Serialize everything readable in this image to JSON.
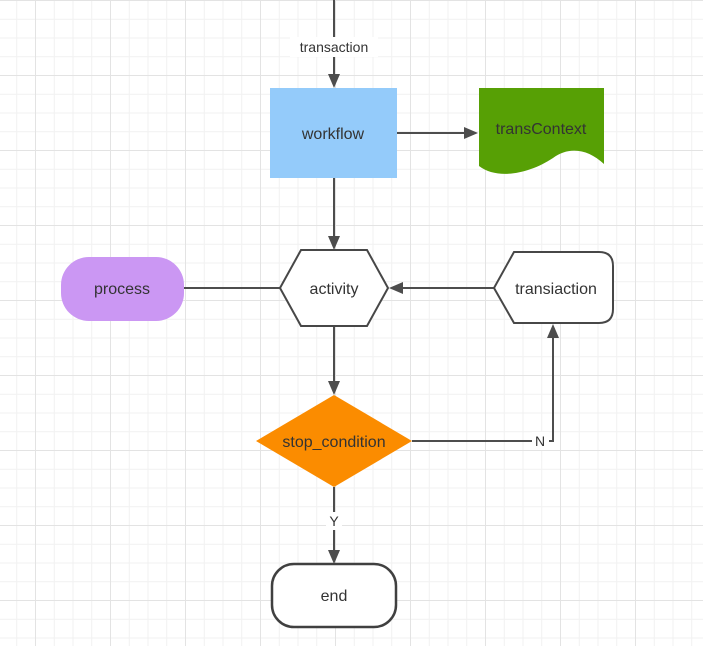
{
  "diagram": {
    "text_color": "#333333",
    "edge": {
      "color": "#4d4d4d"
    },
    "label_bg": "#ffffff",
    "nodes": {
      "workflow": {
        "label": "workflow",
        "fill": "#94cbfa"
      },
      "transcontext": {
        "label": "transContext",
        "fill": "#57a005"
      },
      "activity": {
        "label": "activity",
        "fill": "#ffffff",
        "stroke": "#474747"
      },
      "process": {
        "label": "process",
        "fill": "#cb97f3"
      },
      "transiaction": {
        "label": "transiaction",
        "fill": "#ffffff",
        "stroke": "#474747"
      },
      "stop_condition": {
        "label": "stop_condition",
        "fill": "#fb8c00"
      },
      "end": {
        "label": "end",
        "fill": "#ffffff",
        "stroke": "#404040"
      }
    },
    "edge_labels": {
      "transaction": "transaction",
      "no": "N",
      "yes": "Y"
    }
  }
}
